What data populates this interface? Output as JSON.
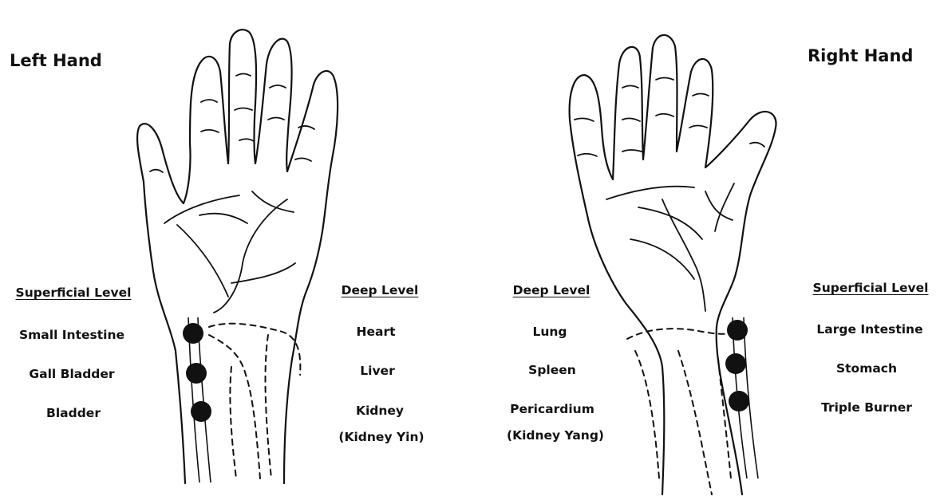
{
  "left_hand": {
    "title": "Left Hand",
    "superficial": {
      "header": "Superficial Level",
      "items": [
        "Small Intestine",
        "Gall Bladder",
        "Bladder"
      ]
    },
    "deep": {
      "header": "Deep Level",
      "items": [
        "Heart",
        "Liver",
        "Kidney",
        "(Kidney Yin)"
      ]
    }
  },
  "right_hand": {
    "title": "Right Hand",
    "deep": {
      "header": "Deep Level",
      "items": [
        "Lung",
        "Spleen",
        "Pericardium",
        "(Kidney Yang)"
      ]
    },
    "superficial": {
      "header": "Superficial Level",
      "items": [
        "Large Intestine",
        "Stomach",
        "Triple Burner"
      ]
    }
  },
  "colors": {
    "ink": "#111111",
    "background": "#ffffff"
  }
}
